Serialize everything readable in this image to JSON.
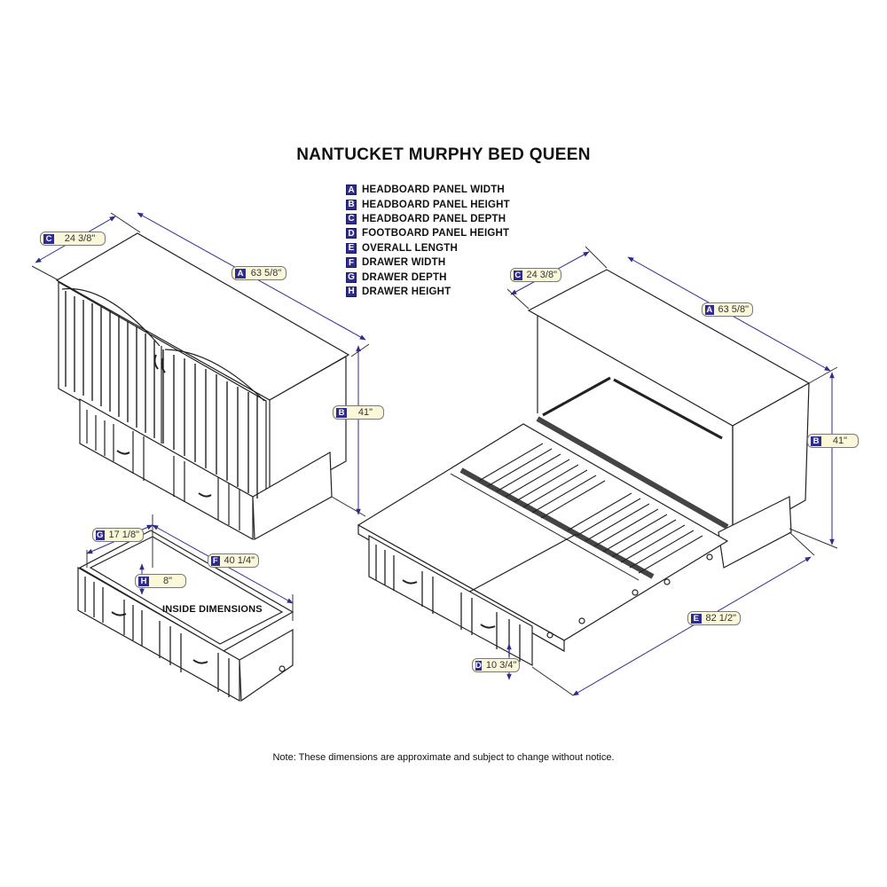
{
  "title": "NANTUCKET MURPHY BED QUEEN",
  "legend": [
    {
      "key": "A",
      "label": "HEADBOARD PANEL WIDTH"
    },
    {
      "key": "B",
      "label": "HEADBOARD PANEL HEIGHT"
    },
    {
      "key": "C",
      "label": "HEADBOARD PANEL DEPTH"
    },
    {
      "key": "D",
      "label": "FOOTBOARD PANEL HEIGHT"
    },
    {
      "key": "E",
      "label": "OVERALL LENGTH"
    },
    {
      "key": "F",
      "label": "DRAWER WIDTH"
    },
    {
      "key": "G",
      "label": "DRAWER DEPTH"
    },
    {
      "key": "H",
      "label": "DRAWER HEIGHT"
    }
  ],
  "closed_cabinet": {
    "dims": {
      "C": {
        "key": "C",
        "value": "24 3/8\""
      },
      "A": {
        "key": "A",
        "value": "63 5/8\""
      },
      "B": {
        "key": "B",
        "value": "41\""
      }
    }
  },
  "drawer": {
    "label": "INSIDE DIMENSIONS",
    "dims": {
      "G": {
        "key": "G",
        "value": "17 1/8\""
      },
      "F": {
        "key": "F",
        "value": "40 1/4\""
      },
      "H": {
        "key": "H",
        "value": "8\""
      }
    }
  },
  "open_bed": {
    "dims": {
      "C": {
        "key": "C",
        "value": "24 3/8\""
      },
      "A": {
        "key": "A",
        "value": "63 5/8\""
      },
      "B": {
        "key": "B",
        "value": "41\""
      },
      "E": {
        "key": "E",
        "value": "82 1/2\""
      },
      "D": {
        "key": "D",
        "value": "10 3/4\""
      }
    }
  },
  "note": "Note:  These dimensions are approximate and subject to change without notice.",
  "colors": {
    "key_fill": "#2e2c8c",
    "label_fill": "#fbf8d9",
    "dimension_line": "#2e2c8c",
    "drawing_line": "#222222"
  }
}
